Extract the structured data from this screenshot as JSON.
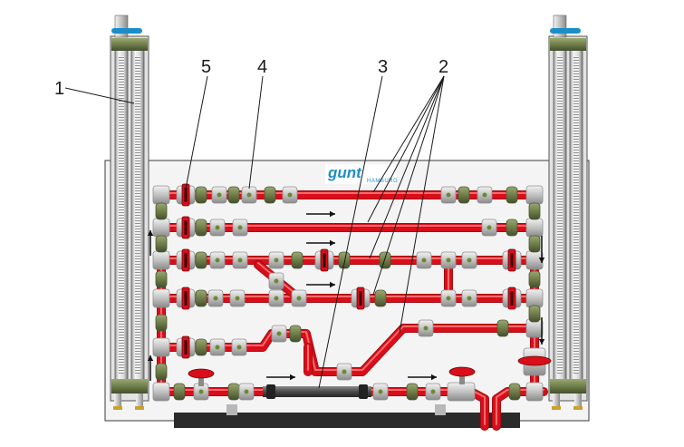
{
  "callouts": [
    {
      "id": "c1",
      "label": "1"
    },
    {
      "id": "c2",
      "label": "2"
    },
    {
      "id": "c3",
      "label": "3"
    },
    {
      "id": "c4",
      "label": "4"
    },
    {
      "id": "c5",
      "label": "5"
    }
  ],
  "logo": {
    "brand": "gunt",
    "city": "HAMBURG"
  },
  "colors": {
    "pipe": "#d90e1a",
    "pipe_dark": "#a50a12",
    "board": "#f4f4f4",
    "fitting": "#c8c8c8",
    "fitting_dark": "#8f8f8f",
    "olive": "#7b8a55",
    "olive_dark": "#4c5733",
    "base": "#2b2b2b",
    "tube_green": "#5a6b42",
    "logo_blue": "#1b8ec8"
  },
  "icons": {
    "flow_arrow": "flow-arrow-icon",
    "valve_handle": "valve-handle-icon"
  }
}
